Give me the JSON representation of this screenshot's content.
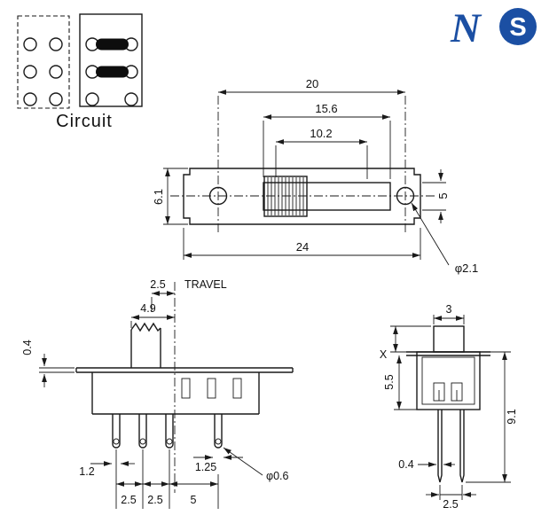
{
  "meta": {
    "background": "#ffffff",
    "line_color": "#1a1a1a",
    "logo_blue": "#1b4fa3",
    "drawing_type": "slide-switch-dimension-drawing"
  },
  "logos": {
    "n": "N",
    "s": "S"
  },
  "circuit": {
    "caption": "Circuit"
  },
  "top_view": {
    "dim_20": "20",
    "dim_15_6": "15.6",
    "dim_10_2": "10.2",
    "dim_6_1": "6.1",
    "dim_5": "5",
    "dim_24": "24",
    "hole_dia": "φ2.1"
  },
  "front_view": {
    "travel_value": "2.5",
    "travel_label": "TRAVEL",
    "dim_4_9": "4.9",
    "dim_0_4": "0.4",
    "dim_1_2": "1.2",
    "pitch_1": "2.5",
    "pitch_2": "2.5",
    "pitch_3": "5",
    "dim_1_25": "1.25",
    "pin_hole_dia": "φ0.6"
  },
  "side_view": {
    "dim_3": "3",
    "dim_x": "X",
    "dim_5_5": "5.5",
    "dim_9_1": "9.1",
    "dim_0_4": "0.4",
    "dim_2_5": "2.5"
  }
}
